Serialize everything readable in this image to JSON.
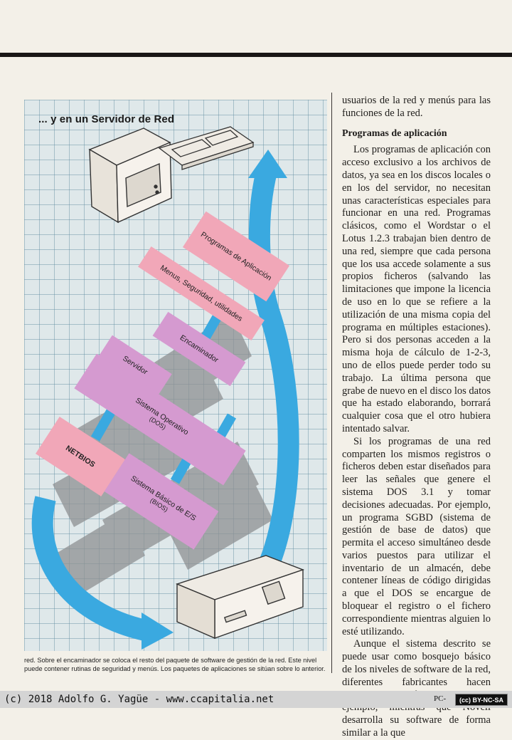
{
  "figure": {
    "title": "... y en un Servidor de Red",
    "layers": [
      {
        "line1": "Programas de Aplicación",
        "line2": ""
      },
      {
        "line1": "Menus, Seguridad, utilidades",
        "line2": ""
      },
      {
        "line1": "Encaminador",
        "line2": ""
      },
      {
        "line1": "Servidor",
        "line2": ""
      },
      {
        "line1": "Sistema Operativo",
        "line2": "(DOS)"
      },
      {
        "line1": "NETBIOS",
        "line2": ""
      },
      {
        "line1": "Sistema Básico de E/S",
        "line2": "(BIOS)"
      }
    ],
    "caption": "red. Sobre el encaminador se coloca el resto del paquete de software de gestión de la red. Este nivel puede contener rutinas de seguridad y menús. Los paquetes de aplicaciones se sitúan sobre lo anterior."
  },
  "article": {
    "p0": "usuarios de la red y menús para las funciones de la red.",
    "heading": "Programas de aplicación",
    "p1": "Los programas de aplicación con acceso exclusivo a los archivos de datos, ya sea en los discos locales o en los del servidor, no necesitan unas características especiales para funcionar en una red. Programas clásicos, como el Wordstar o el Lotus 1.2.3 trabajan bien dentro de una red, siempre que cada persona que los usa accede solamente a sus propios ficheros (salvando las limitaciones que impone la licencia de uso en lo que se refiere a la utilización de una misma copia del programa en múltiples estaciones). Pero si dos personas acceden a la misma hoja de cálculo de 1-2-3, uno de ellos puede perder todo su trabajo. La última persona que grabe de nuevo en el disco los datos que ha estado elaborando, borrará cualquier cosa que el otro hubiera intentado salvar.",
    "p2": "Si los programas de una red comparten los mismos registros o ficheros deben estar diseñados para leer las señales que genere el sistema DOS 3.1 y tomar decisiones adecuadas. Por ejemplo, un programa SGBD (sistema de gestión de base de datos) que permita el acceso simultáneo desde varios puestos para utilizar el inventario de un almacén, debe contener líneas de código dirigidas a que el DOS se encargue de bloquear el registro o el fichero correspondiente mientras alguien lo esté utilizando.",
    "p3": "Aunque el sistema descrito se puede usar como bosquejo básico de los niveles de software de la red, diferentes fabricantes hacen algunas modificaciones. Por ejemplo, mientras que Novell desarrolla su software de forma similar a la que"
  },
  "footer": {
    "credit": "(c) 2018 Adolfo G. Yagüe - www.ccapitalia.net",
    "page_number": "PC-",
    "license_badge": "(cc) BY-NC-SA"
  },
  "colors": {
    "background": "#f3f0e8",
    "grid": "#dfe8ea",
    "arrow_blue": "#3aa9e0",
    "layer_pink": "#f1a7b8",
    "layer_mauve": "#d59ad0",
    "shadow_gray": "#8e9092"
  }
}
